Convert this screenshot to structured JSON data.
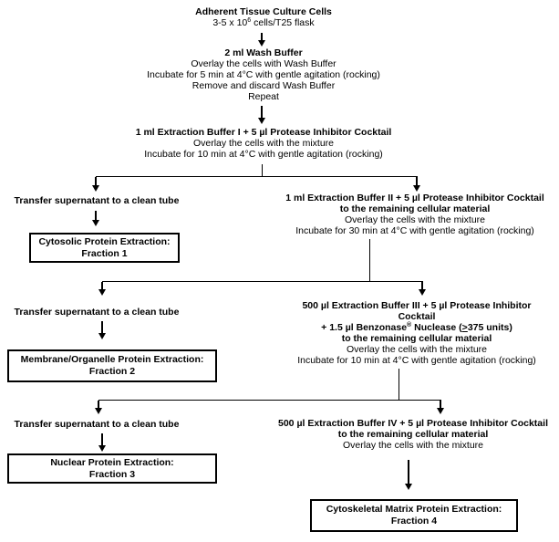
{
  "palette": {
    "background": "#ffffff",
    "ink": "#000000"
  },
  "flowchart": {
    "start": {
      "title": "Adherent Tissue Culture Cells",
      "qty_pre": "3-5 x 10",
      "qty_sup": "6",
      "qty_post": " cells/T25 flask"
    },
    "wash": {
      "title": "2 ml Wash Buffer",
      "step1": "Overlay the cells with Wash Buffer",
      "step2": "Incubate for 5 min at 4°C with gentle agitation (rocking)",
      "step3": "Remove and discard Wash Buffer",
      "step4": "Repeat"
    },
    "buffer1": {
      "title": "1 ml Extraction Buffer I + 5 µl Protease Inhibitor Cocktail",
      "step1": "Overlay the cells with the mixture",
      "step2": "Incubate for 10 min at 4°C with gentle agitation (rocking)"
    },
    "transfer1": "Transfer supernatant to a clean tube",
    "fraction1": {
      "line1": "Cytosolic Protein Extraction:",
      "line2": "Fraction 1"
    },
    "buffer2": {
      "title1": "1 ml Extraction Buffer II + 5 µl Protease Inhibitor Cocktail",
      "title2": "to the remaining cellular material",
      "step1": "Overlay the cells with the mixture",
      "step2": "Incubate for 30 min at 4°C with gentle agitation (rocking)"
    },
    "transfer2": "Transfer supernatant to a clean tube",
    "fraction2": {
      "line1": "Membrane/Organelle Protein Extraction:",
      "line2": "Fraction 2"
    },
    "buffer3": {
      "title1": "500 µl Extraction Buffer III + 5 µl Protease Inhibitor",
      "title2": "Cocktail",
      "benzonase_pre": "+ 1.5 µl Benzonase",
      "benzonase_sup": "®",
      "benzonase_mid": " Nuclease (",
      "benzonase_geq": ">",
      "benzonase_post": "375 units)",
      "title4": "to the remaining cellular material",
      "step1": "Overlay the cells with the mixture",
      "step2": "Incubate for 10 min at 4°C with gentle agitation (rocking)"
    },
    "transfer3": "Transfer supernatant to a clean tube",
    "fraction3": {
      "line1": "Nuclear Protein Extraction:",
      "line2": "Fraction 3"
    },
    "buffer4": {
      "title1": "500 µl Extraction Buffer IV + 5 µl Protease Inhibitor Cocktail",
      "title2": "to the remaining cellular material",
      "step1": "Overlay the cells with the mixture"
    },
    "fraction4": {
      "line1": "Cytoskeletal Matrix Protein Extraction:",
      "line2": "Fraction 4"
    }
  }
}
